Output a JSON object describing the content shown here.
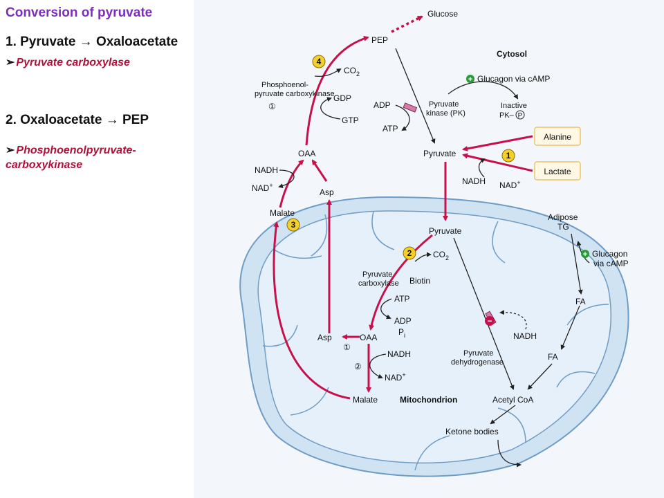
{
  "slide": {
    "title": "Conversion of pyruvate",
    "step1": "1. Pyruvate → Oxaloacetate",
    "step1_enzyme": "Pyruvate carboxylase",
    "step2": "2. Oxaloacetate → PEP",
    "step2_enzyme_line1": "Phosphoenolpyruvate-",
    "step2_enzyme_line2": "carboxykinase",
    "bullet_icon": "arrow-bullet-icon"
  },
  "diagram": {
    "glucose": "Glucose",
    "pep": "PEP",
    "cytosol": "Cytosol",
    "glucagon_camp": "Glucagon via cAMP",
    "co2": "CO",
    "two": "2",
    "pepck_line1": "Phosphoenol-",
    "pepck_line2": "pyruvate carboxykinase",
    "gdp": "GDP",
    "gtp": "GTP",
    "adp": "ADP",
    "atp": "ATP",
    "pk_line1": "Pyruvate",
    "pk_line2": "kinase (PK)",
    "inactive_line1": "Inactive",
    "inactive_line2": "PK–",
    "p": "P",
    "alanine": "Alanine",
    "lactate": "Lactate",
    "pyruvate": "Pyruvate",
    "nadh": "NADH",
    "nad": "NAD",
    "plus": "+",
    "oaa": "OAA",
    "asp": "Asp",
    "malate": "Malate",
    "adipose_line1": "Adipose",
    "adipose_line2": "TG",
    "glucagon_line1": "Glucagon",
    "glucagon_line2": "via cAMP",
    "fa": "FA",
    "pc_line1": "Pyruvate",
    "pc_line2": "carboxylase",
    "biotin": "Biotin",
    "pi": "P",
    "i": "i",
    "pdh_line1": "Pyruvate",
    "pdh_line2": "dehydrogenase",
    "acetyl_coa": "Acetyl CoA",
    "ketone_bodies": "Ketone bodies",
    "mitochondrion": "Mitochondrion",
    "minus": "−",
    "badge1": "1",
    "badge2": "2",
    "badge3": "3",
    "badge4": "4",
    "circ1": "①",
    "circ2": "②"
  },
  "colors": {
    "title": "#7b2fbe",
    "enzyme": "#b0103a",
    "arrow_red": "#c8104a",
    "membrane_fill": "#cfe3f3",
    "membrane_stroke": "#6f9cc4",
    "badge_fill": "#f4d12a",
    "box_stroke": "#e8b84a",
    "box_fill": "#fff8e4",
    "stimulate": "#2a9a3c",
    "inhibit": "#c8104a"
  }
}
